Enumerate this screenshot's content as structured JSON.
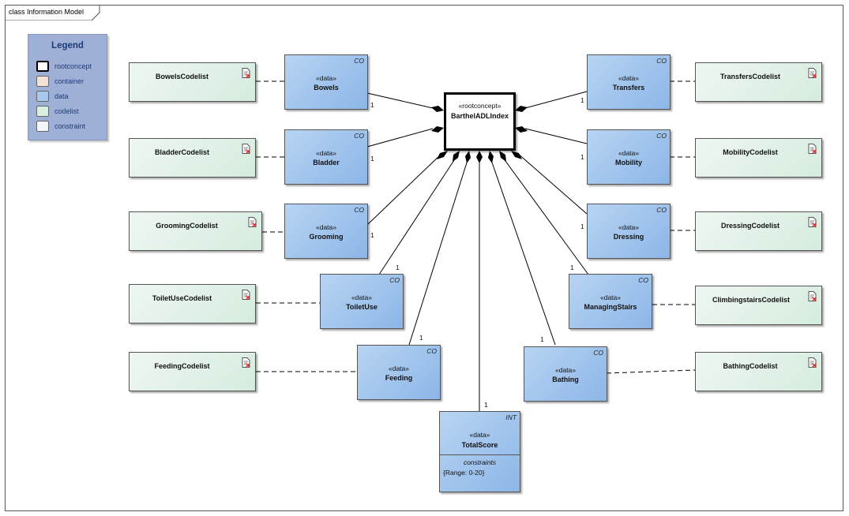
{
  "diagram": {
    "title": "class Information Model"
  },
  "legend": {
    "title": "Legend",
    "items": [
      {
        "label": "rootconcept",
        "color": "#ffffff"
      },
      {
        "label": "container",
        "color": "#f3e3d6"
      },
      {
        "label": "data",
        "color": "#a9c8ee"
      },
      {
        "label": "codelist",
        "color": "#d9eedf"
      },
      {
        "label": "constraint",
        "color": "#f4f5fb"
      }
    ]
  },
  "root": {
    "stereotype": "«rootconcept»",
    "name": "BarthelADLIndex"
  },
  "data_classes": {
    "bowels": {
      "stereotype": "«data»",
      "name": "Bowels",
      "type": "CO",
      "multiplicity": "1"
    },
    "bladder": {
      "stereotype": "«data»",
      "name": "Bladder",
      "type": "CO",
      "multiplicity": "1"
    },
    "grooming": {
      "stereotype": "«data»",
      "name": "Grooming",
      "type": "CO",
      "multiplicity": "1"
    },
    "toiletuse": {
      "stereotype": "«data»",
      "name": "ToiletUse",
      "type": "CO",
      "multiplicity": "1"
    },
    "feeding": {
      "stereotype": "«data»",
      "name": "Feeding",
      "type": "CO",
      "multiplicity": "1"
    },
    "transfers": {
      "stereotype": "«data»",
      "name": "Transfers",
      "type": "CO",
      "multiplicity": "1"
    },
    "mobility": {
      "stereotype": "«data»",
      "name": "Mobility",
      "type": "CO",
      "multiplicity": "1"
    },
    "dressing": {
      "stereotype": "«data»",
      "name": "Dressing",
      "type": "CO",
      "multiplicity": "1"
    },
    "stairs": {
      "stereotype": "«data»",
      "name": "ManagingStairs",
      "type": "CO",
      "multiplicity": "1"
    },
    "bathing": {
      "stereotype": "«data»",
      "name": "Bathing",
      "type": "CO",
      "multiplicity": "1"
    },
    "total": {
      "stereotype": "«data»",
      "name": "TotalScore",
      "type": "INT",
      "multiplicity": "1",
      "constraints_label": "constraints",
      "constraint": "{Range: 0-20}"
    }
  },
  "codelists": {
    "bowels": "BowelsCodelist",
    "bladder": "BladderCodelist",
    "grooming": "GroomingCodelist",
    "toiletuse": "ToiletUseCodelist",
    "feeding": "FeedingCodelist",
    "transfers": "TransfersCodelist",
    "mobility": "MobilityCodelist",
    "dressing": "DressingCodelist",
    "stairs": "ClimbingstairsCodelist",
    "bathing": "BathingCodelist"
  }
}
